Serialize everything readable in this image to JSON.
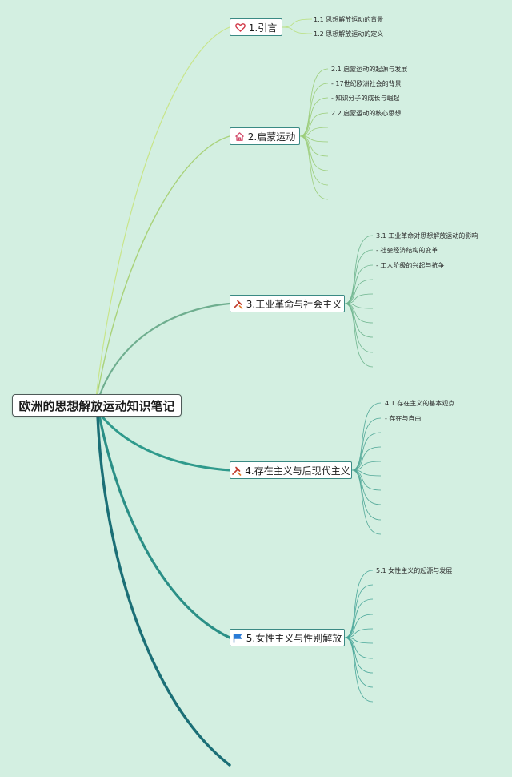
{
  "root": {
    "label": "欧洲的思想解放运动知识笔记"
  },
  "colors": {
    "background": "#d3efe1",
    "branch1": "#c8e58a",
    "branch2": "#a9d27a",
    "branch3": "#6fae8f",
    "branch4": "#2f9a8c",
    "branch5": "#2a8f86",
    "branch6": "#1b6f76",
    "topic_border": "#3a8a84"
  },
  "topics": [
    {
      "label": "1.引言",
      "icon": "heart-icon",
      "subtopics": [
        "1.1 思想解放运动的背景",
        "1.2 思想解放运动的定义"
      ]
    },
    {
      "label": "2.启蒙运动",
      "icon": "home-icon",
      "subtopics": [
        "2.1 启蒙运动的起源与发展",
        "- 17世纪欧洲社会的背景",
        "- 知识分子的成长与崛起",
        "2.2 启蒙运动的核心思想"
      ]
    },
    {
      "label": "3.工业革命与社会主义",
      "icon": "tools-icon",
      "subtopics": [
        "3.1 工业革命对思想解放运动的影响",
        "- 社会经济结构的变革",
        "- 工人阶级的兴起与抗争"
      ]
    },
    {
      "label": "4.存在主义与后现代主义",
      "icon": "tools-icon",
      "subtopics": [
        "4.1 存在主义的基本观点",
        "- 存在与自由"
      ]
    },
    {
      "label": "5.女性主义与性别解放",
      "icon": "flag-icon",
      "subtopics": [
        "5.1 女性主义的起源与发展"
      ]
    }
  ]
}
